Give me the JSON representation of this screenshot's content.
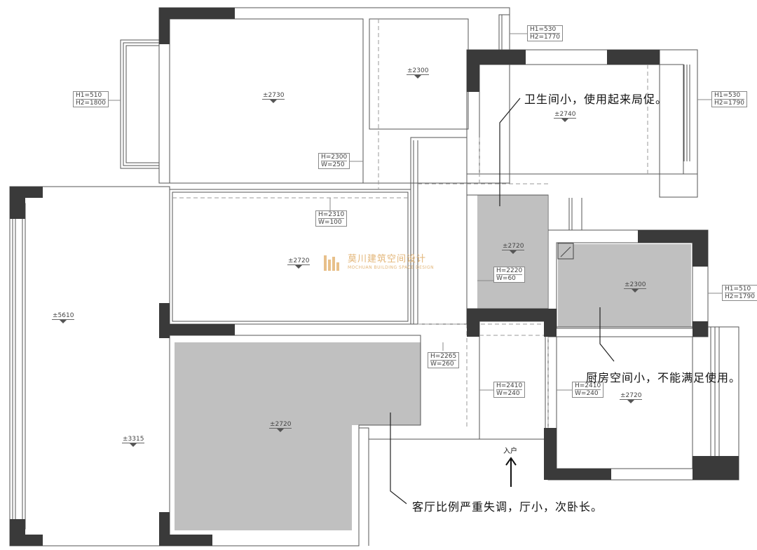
{
  "notes": {
    "bathroom": "卫生间小，使用起来局促。",
    "kitchen": "厨房空间小，不能满足使用。",
    "living": "客厅比例严重失调，厅小，次卧长。"
  },
  "entry_label": "入户",
  "watermark": {
    "main": "莫川建筑空间设计",
    "sub": "MOCHUAN BUILDING SPACE DESIGN"
  },
  "elevations": {
    "bedroom_top": "±2730",
    "room_small_top": "±2300",
    "room_right_top": "±2740",
    "middle_room": "±2720",
    "bathroom": "±2720",
    "kitchen": "±2300",
    "left_long_upper": "±5610",
    "left_long_lower": "±3315",
    "living": "±2720",
    "right_bottom": "±2720"
  },
  "tags": {
    "win_left_top": [
      "H1=510",
      "H2=1800"
    ],
    "win_top_center": [
      "H1=530",
      "H2=1770"
    ],
    "win_right_top": [
      "H1=530",
      "H2=1790"
    ],
    "win_right_mid": [
      "H1=510",
      "H2=1790"
    ],
    "door_a": [
      "H=2300",
      "W=250"
    ],
    "beam_a": [
      "H=2310",
      "W=100"
    ],
    "beam_b": [
      "H=2220",
      "W=60"
    ],
    "beam_c": [
      "H=2265",
      "W=260"
    ],
    "beam_d": [
      "H=2410",
      "W=240"
    ],
    "beam_e": [
      "H=2410",
      "W=240"
    ]
  },
  "colors": {
    "wall_fill": "#3a3a3a",
    "highlight": "#c0c0c0",
    "line": "#555555"
  }
}
